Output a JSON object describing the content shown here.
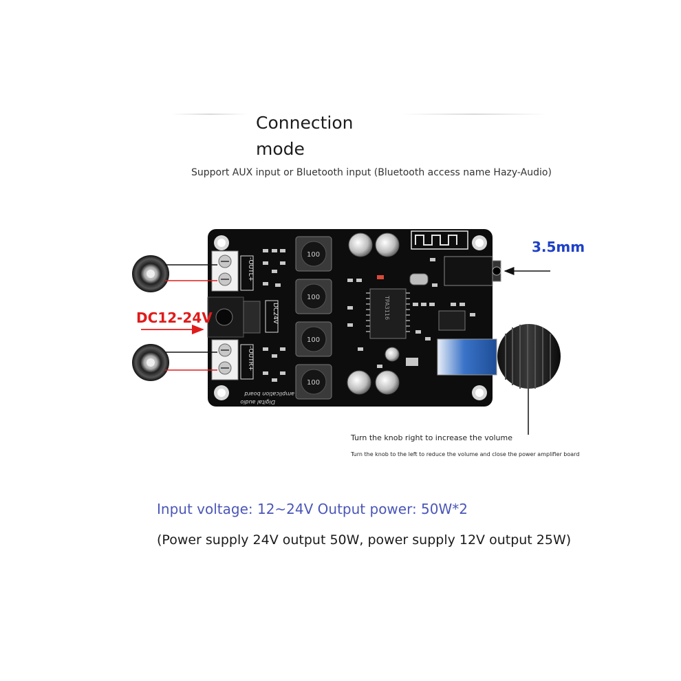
{
  "heading": {
    "line1": "Connection",
    "line2": "mode"
  },
  "subtitle": "Support AUX input or Bluetooth input (Bluetooth access name Hazy-Audio)",
  "callouts": {
    "jack": "3.5mm",
    "power": "DC12-24V",
    "knob_right": "Turn the knob right to increase the volume",
    "knob_left": "Turn the knob to the left to reduce the volume and close the power amplifier board"
  },
  "board": {
    "out_left": "-OUTL+",
    "out_right": "-OUTR+",
    "dc_label": "DC24V",
    "silk_line1": "Digital audio",
    "silk_line2": "amplication board",
    "inductor_marks": [
      "100",
      "100",
      "100",
      "100"
    ],
    "chip_mark": "TPA3116"
  },
  "specs": {
    "line1": "Input voltage: 12~24V Output power: 50W*2",
    "line2": "(Power supply 24V output 50W, power supply 12V output 25W)"
  },
  "colors": {
    "board": "#0d0d0d",
    "power_callout": "#e01b1b",
    "jack_callout": "#1e40c8",
    "spec_accent": "#4a56b8"
  }
}
